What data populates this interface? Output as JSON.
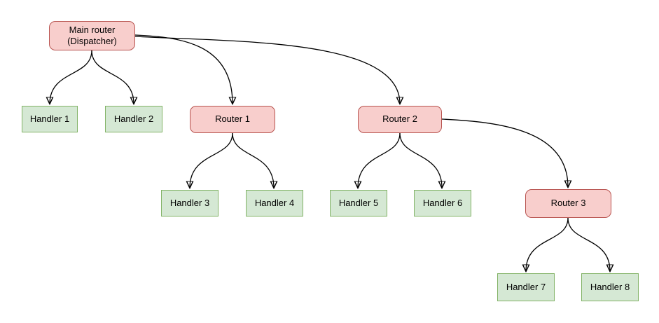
{
  "diagram": {
    "type": "flowchart",
    "description": "Router dispatch tree",
    "colors": {
      "background": "#ffffff",
      "router_fill": "#f8cecc",
      "router_border": "#b85450",
      "handler_fill": "#d5e8d4",
      "handler_border": "#82b366",
      "edge": "#000000",
      "text": "#000000"
    },
    "nodes": {
      "main": {
        "kind": "router",
        "line1": "Main router",
        "line2": "(Dispatcher)"
      },
      "router1": {
        "kind": "router",
        "label": "Router 1"
      },
      "router2": {
        "kind": "router",
        "label": "Router 2"
      },
      "router3": {
        "kind": "router",
        "label": "Router 3"
      },
      "handler1": {
        "kind": "handler",
        "label": "Handler 1"
      },
      "handler2": {
        "kind": "handler",
        "label": "Handler 2"
      },
      "handler3": {
        "kind": "handler",
        "label": "Handler 3"
      },
      "handler4": {
        "kind": "handler",
        "label": "Handler 4"
      },
      "handler5": {
        "kind": "handler",
        "label": "Handler 5"
      },
      "handler6": {
        "kind": "handler",
        "label": "Handler 6"
      },
      "handler7": {
        "kind": "handler",
        "label": "Handler 7"
      },
      "handler8": {
        "kind": "handler",
        "label": "Handler 8"
      }
    },
    "edges": [
      {
        "from": "Main router (Dispatcher)",
        "to": "Handler 1"
      },
      {
        "from": "Main router (Dispatcher)",
        "to": "Handler 2"
      },
      {
        "from": "Main router (Dispatcher)",
        "to": "Router 1"
      },
      {
        "from": "Main router (Dispatcher)",
        "to": "Router 2"
      },
      {
        "from": "Router 1",
        "to": "Handler 3"
      },
      {
        "from": "Router 1",
        "to": "Handler 4"
      },
      {
        "from": "Router 2",
        "to": "Handler 5"
      },
      {
        "from": "Router 2",
        "to": "Handler 6"
      },
      {
        "from": "Router 2",
        "to": "Router 3"
      },
      {
        "from": "Router 3",
        "to": "Handler 7"
      },
      {
        "from": "Router 3",
        "to": "Handler 8"
      }
    ]
  }
}
